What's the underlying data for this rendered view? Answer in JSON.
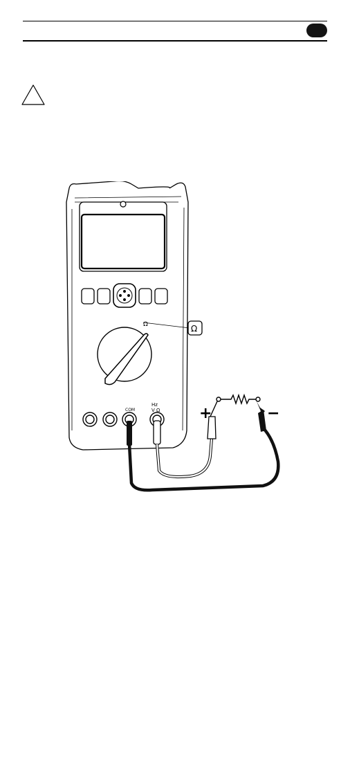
{
  "header": {
    "language_tab_color": "#141414"
  },
  "figure": {
    "jack_labels": {
      "com": "COM",
      "hz": "Hz",
      "v_ohm": "V Ω"
    },
    "dial_marking": "Ω",
    "button_icon": "Ω",
    "polarity": {
      "positive": "+",
      "negative": "−"
    }
  }
}
